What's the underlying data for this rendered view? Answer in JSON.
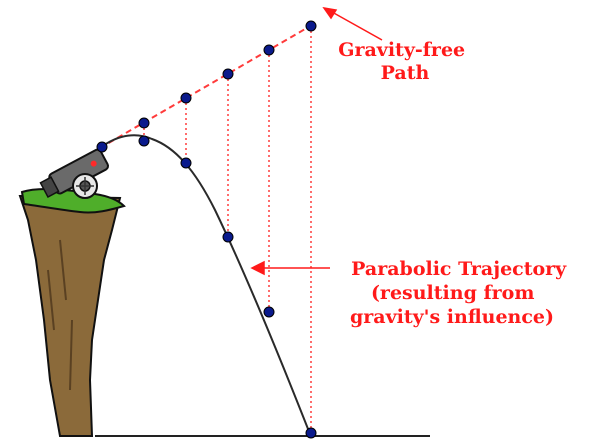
{
  "labels": {
    "gravity_free": [
      "Gravity-free",
      "Path"
    ],
    "parabolic": [
      "Parabolic Trajectory",
      "(resulting from",
      "gravity's influence)"
    ]
  },
  "colors": {
    "label": "#ff1a1a",
    "dashed_line": "#ff3b3b",
    "dotted_drop": "#ff3b3b",
    "trajectory": "#2a2a2a",
    "marker": "#0a1a8c",
    "grass": "#4fae2a",
    "cliff": "#8b6a3a",
    "cannon": "#555555"
  },
  "icons": [
    "cannon-icon",
    "cliff-icon"
  ]
}
